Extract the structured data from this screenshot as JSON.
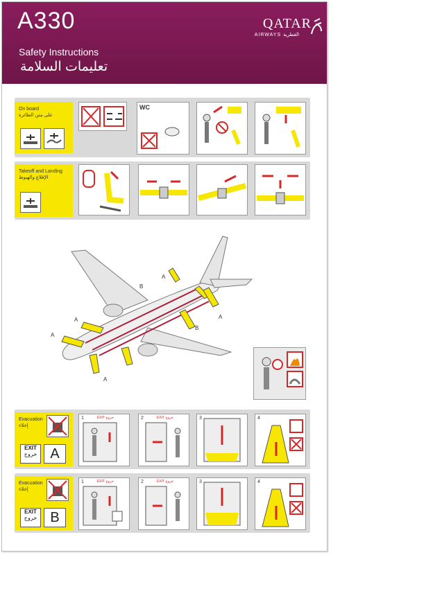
{
  "header": {
    "model": "A330",
    "subtitle_en": "Safety Instructions",
    "subtitle_ar": "تعليمات السلامة",
    "brand": "QATAR",
    "brand_sub": "AIRWAYS القطرية",
    "color": "#7a1a52"
  },
  "onboard": {
    "label": "On board",
    "label_ar": "على متن الطائرة",
    "wc_label": "WC"
  },
  "takeoff": {
    "label": "Takeoff and Landing",
    "label_ar": "الإقلاع والهبوط"
  },
  "diagram": {
    "zone_a": "A",
    "zone_b": "B"
  },
  "evac": [
    {
      "label": "Evacuation",
      "label_ar": "إخلاء",
      "exit_text": "EXIT",
      "exit_ar": "خروج",
      "door_letter": "A",
      "steps": [
        "1",
        "2",
        "3",
        "4"
      ],
      "sign": "EXIT خروج"
    },
    {
      "label": "Evacuation",
      "label_ar": "إخلاء",
      "exit_text": "EXIT",
      "exit_ar": "خروج",
      "door_letter": "B",
      "steps": [
        "1",
        "2",
        "3",
        "4"
      ],
      "sign": "EXIT خروج"
    }
  ],
  "colors": {
    "accent_yellow": "#f7e600",
    "danger_red": "#d62828",
    "panel_gray": "#d9d9d9"
  }
}
